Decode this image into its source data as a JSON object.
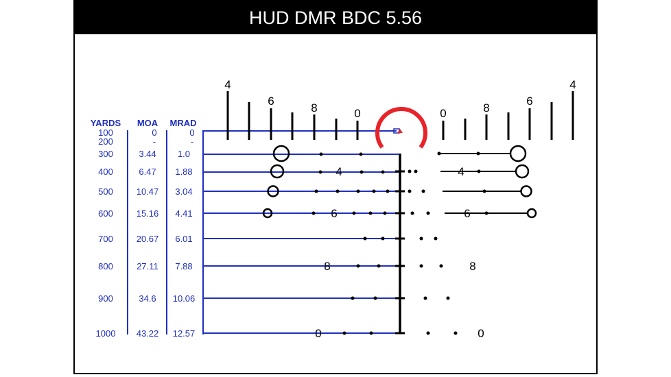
{
  "title": "HUD DMR BDC 5.56",
  "colors": {
    "table_blue": "#1f2fbf",
    "reticle_black": "#000000",
    "circle_red": "#e8232a",
    "title_bar": "#000000"
  },
  "table": {
    "headers": [
      "YARDS",
      "MOA",
      "MRAD"
    ],
    "rows": [
      {
        "yards": "100",
        "moa": "0",
        "mrad": "0"
      },
      {
        "yards": "200",
        "moa": "-",
        "mrad": "-"
      },
      {
        "yards": "300",
        "moa": "3.44",
        "mrad": "1.0"
      },
      {
        "yards": "400",
        "moa": "6.47",
        "mrad": "1.88"
      },
      {
        "yards": "500",
        "moa": "10.47",
        "mrad": "3.04"
      },
      {
        "yards": "600",
        "moa": "15.16",
        "mrad": "4.41"
      },
      {
        "yards": "700",
        "moa": "20.67",
        "mrad": "6.01"
      },
      {
        "yards": "800",
        "moa": "27.11",
        "mrad": "7.88"
      },
      {
        "yards": "900",
        "moa": "34.6",
        "mrad": "10.06"
      },
      {
        "yards": "1000",
        "moa": "43.22",
        "mrad": "12.57"
      }
    ]
  },
  "scale_labels": {
    "left": [
      "4",
      "6",
      "8",
      "0"
    ],
    "right": [
      "0",
      "8",
      "6",
      "4"
    ]
  },
  "row_labels": {
    "r400_left": "4",
    "r400_right": "4",
    "r600_left": "6",
    "r600_right": "6",
    "r800_left": "8",
    "r800_right": "8",
    "r1000_left": "0",
    "r1000_right": "0"
  }
}
